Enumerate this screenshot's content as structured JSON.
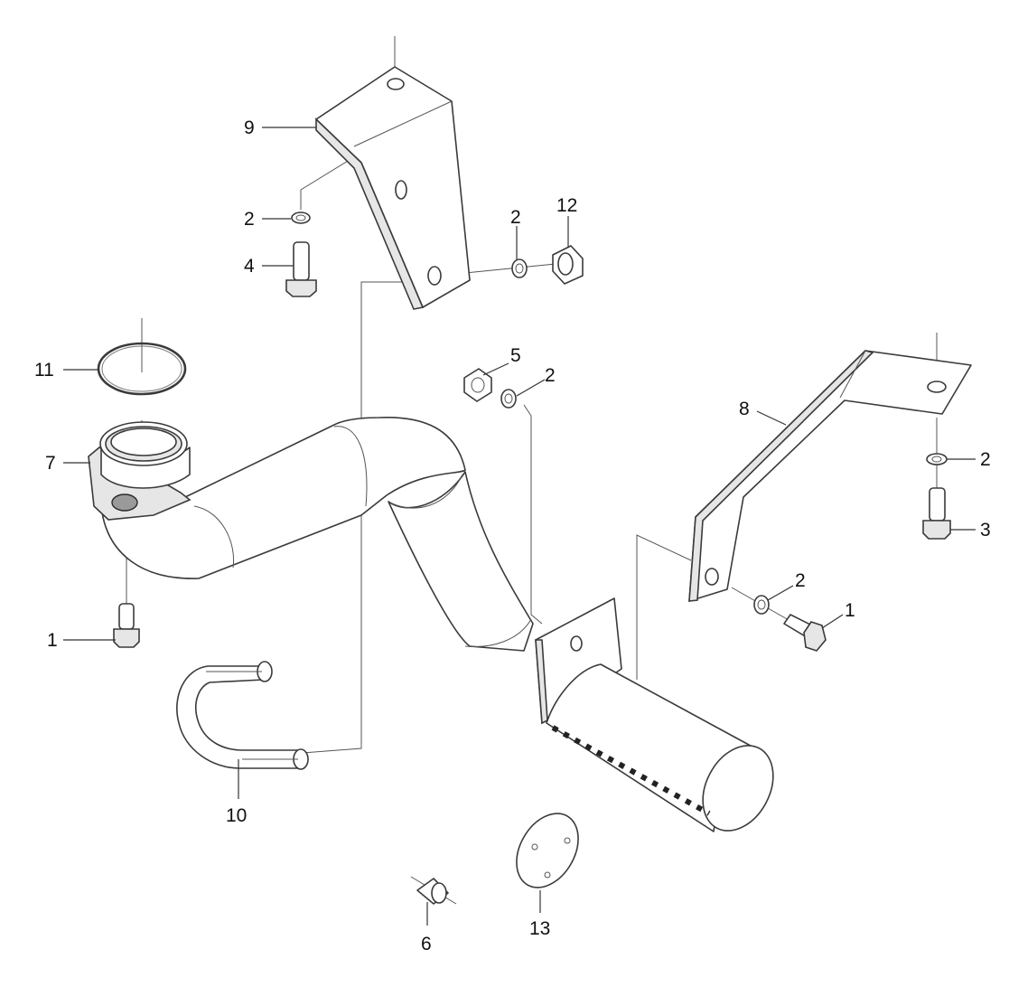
{
  "callouts": {
    "c1a": "1",
    "c1b": "1",
    "c2a": "2",
    "c2b": "2",
    "c2c": "2",
    "c2d": "2",
    "c2e": "2",
    "c3": "3",
    "c4": "4",
    "c5": "5",
    "c6": "6",
    "c7": "7",
    "c8": "8",
    "c9": "9",
    "c10": "10",
    "c11": "11",
    "c12": "12",
    "c13": "13"
  }
}
